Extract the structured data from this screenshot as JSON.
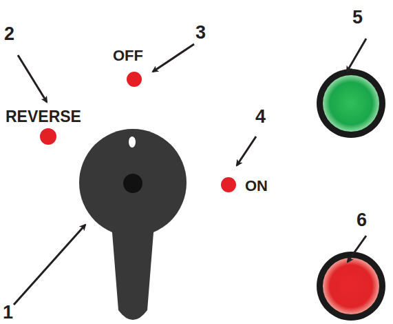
{
  "diagram": {
    "labels": [
      "5",
      "2",
      "3",
      "OFF",
      "REVERSE",
      "4",
      "ON",
      "6",
      "1"
    ]
  }
}
